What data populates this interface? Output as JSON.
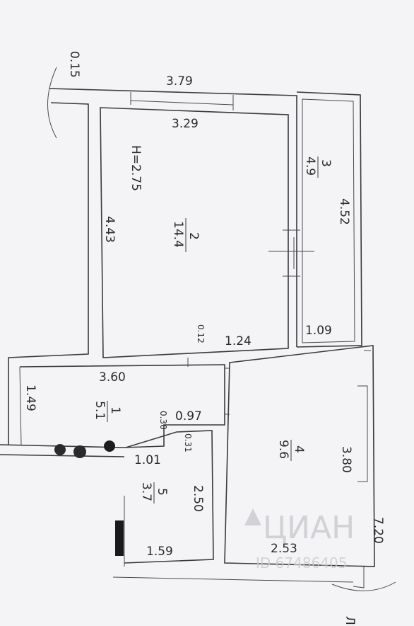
{
  "dimensions": {
    "wall_thickness": "0.15",
    "top_outer_width": "3.79",
    "room2_width": "3.29",
    "ceiling_height": "H=2.75",
    "room2_length": "4.43",
    "room2_small": "0.12",
    "room2_bottom": "1.24",
    "room3_length": "4.52",
    "room3_width": "1.09",
    "hall_width": "3.60",
    "hall_left": "1.49",
    "hall_small": "0.30",
    "hall_middle": "0.97",
    "hall_bottom": "1.01",
    "bath_small": "0.31",
    "bath_length": "2.50",
    "bath_width": "1.59",
    "room4_length": "3.80",
    "room4_width": "2.53",
    "outer_right": "7.20"
  },
  "rooms": [
    {
      "number": "1",
      "area": "5.1"
    },
    {
      "number": "2",
      "area": "14.4"
    },
    {
      "number": "3",
      "area": "4.9"
    },
    {
      "number": "4",
      "area": "9.6"
    },
    {
      "number": "5",
      "area": "3.7"
    }
  ],
  "watermark": {
    "brand": "ЦИАН",
    "id": "ID 67486405"
  },
  "corner_text": "ЛН"
}
